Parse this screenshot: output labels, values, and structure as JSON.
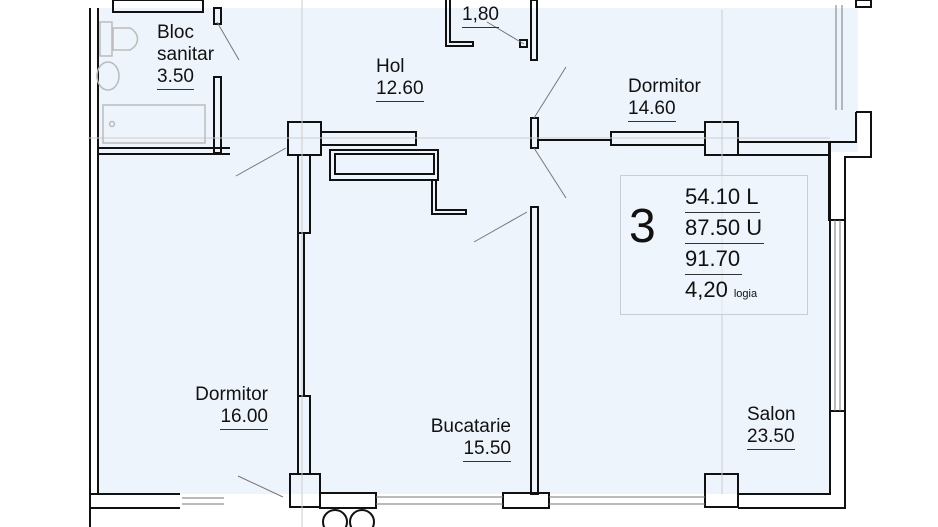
{
  "plan": {
    "apartment_rooms_count": "3",
    "colors": {
      "floor_fill": "#eef4fc",
      "wall_stroke": "#111111",
      "thin_line": "#888888",
      "background": "#ffffff"
    },
    "rooms": [
      {
        "id": "bloc-sanitar",
        "name_line1": "Bloc",
        "name_line2": "sanitar",
        "area": "3.50"
      },
      {
        "id": "wc",
        "area": "1,80"
      },
      {
        "id": "hol",
        "name": "Hol",
        "area": "12.60"
      },
      {
        "id": "dormitor-1",
        "name": "Dormitor",
        "area": "14.60"
      },
      {
        "id": "dormitor-2",
        "name": "Dormitor",
        "area": "16.00"
      },
      {
        "id": "bucatarie",
        "name": "Bucatarie",
        "area": "15.50"
      },
      {
        "id": "salon",
        "name": "Salon",
        "area": "23.50"
      }
    ],
    "summary": {
      "rooms": "3",
      "living_area": "54.10",
      "living_suffix": "L",
      "usable_area": "87.50",
      "usable_suffix": "U",
      "total_area": "91.70",
      "loggia_area": "4,20",
      "loggia_label": "logia"
    }
  }
}
